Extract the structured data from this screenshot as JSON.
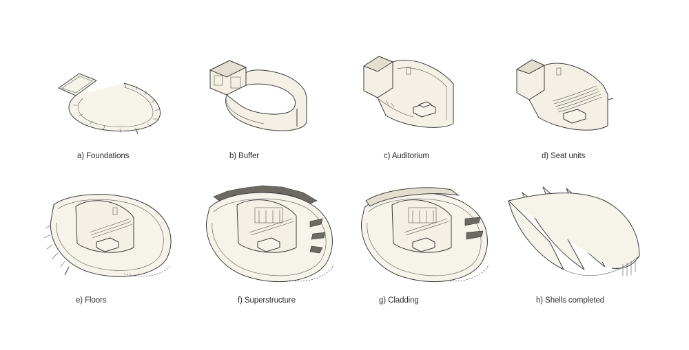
{
  "panels": [
    {
      "id": "a",
      "caption": "a) Foundations"
    },
    {
      "id": "b",
      "caption": "b) Buffer"
    },
    {
      "id": "c",
      "caption": "c) Auditorium"
    },
    {
      "id": "d",
      "caption": "d) Seat units"
    },
    {
      "id": "e",
      "caption": "e) Floors"
    },
    {
      "id": "f",
      "caption": "f) Superstructure"
    },
    {
      "id": "g",
      "caption": "g) Cladding"
    },
    {
      "id": "h",
      "caption": "h) Shells completed"
    }
  ]
}
